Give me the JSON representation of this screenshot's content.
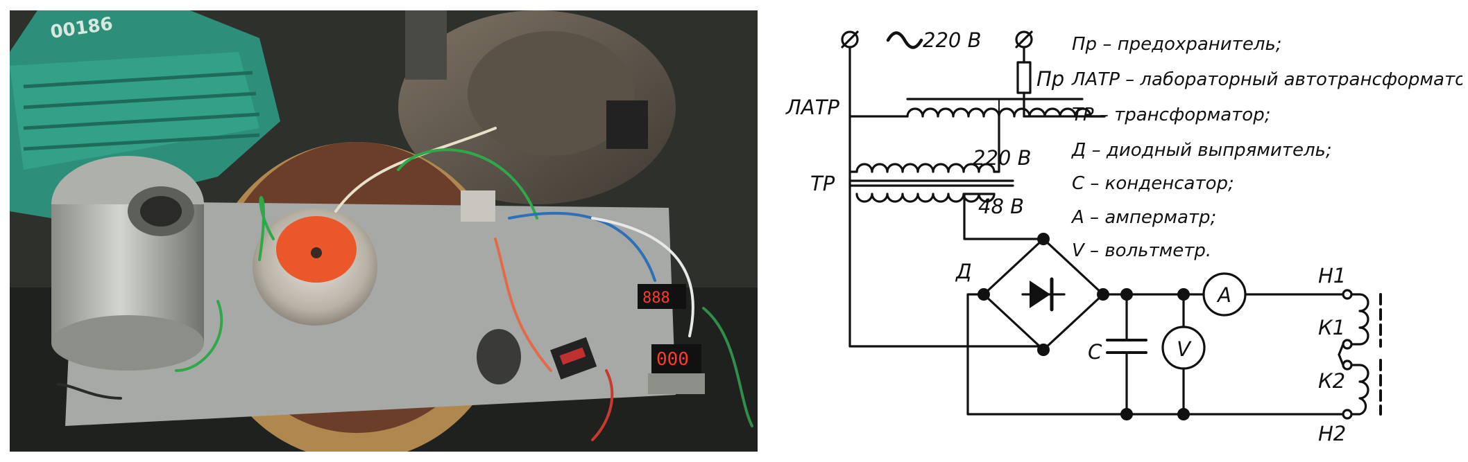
{
  "schematic": {
    "supply_label": "220 В",
    "fuse_label": "Пр",
    "latr_label": "ЛАТР",
    "tr_label": "ТР",
    "primary_voltage": "220 В",
    "secondary_voltage": "48 В",
    "rectifier_label": "Д",
    "capacitor_label": "С",
    "ammeter_symbol": "A",
    "voltmeter_symbol": "V",
    "terminals": {
      "h1": "Н1",
      "k1": "К1",
      "k2": "К2",
      "h2": "Н2"
    }
  },
  "legend": [
    "Пр – предохранитель;",
    "ЛАТР – лабораторный автотрансформатор;",
    "ТР – трансформатор;",
    "Д – диодный выпрямитель;",
    "С – конденсатор;",
    "А – амперматр;",
    "V – вольтметр."
  ],
  "photo": {
    "label_number": "00186",
    "meter_readings": [
      "888",
      "000"
    ]
  }
}
